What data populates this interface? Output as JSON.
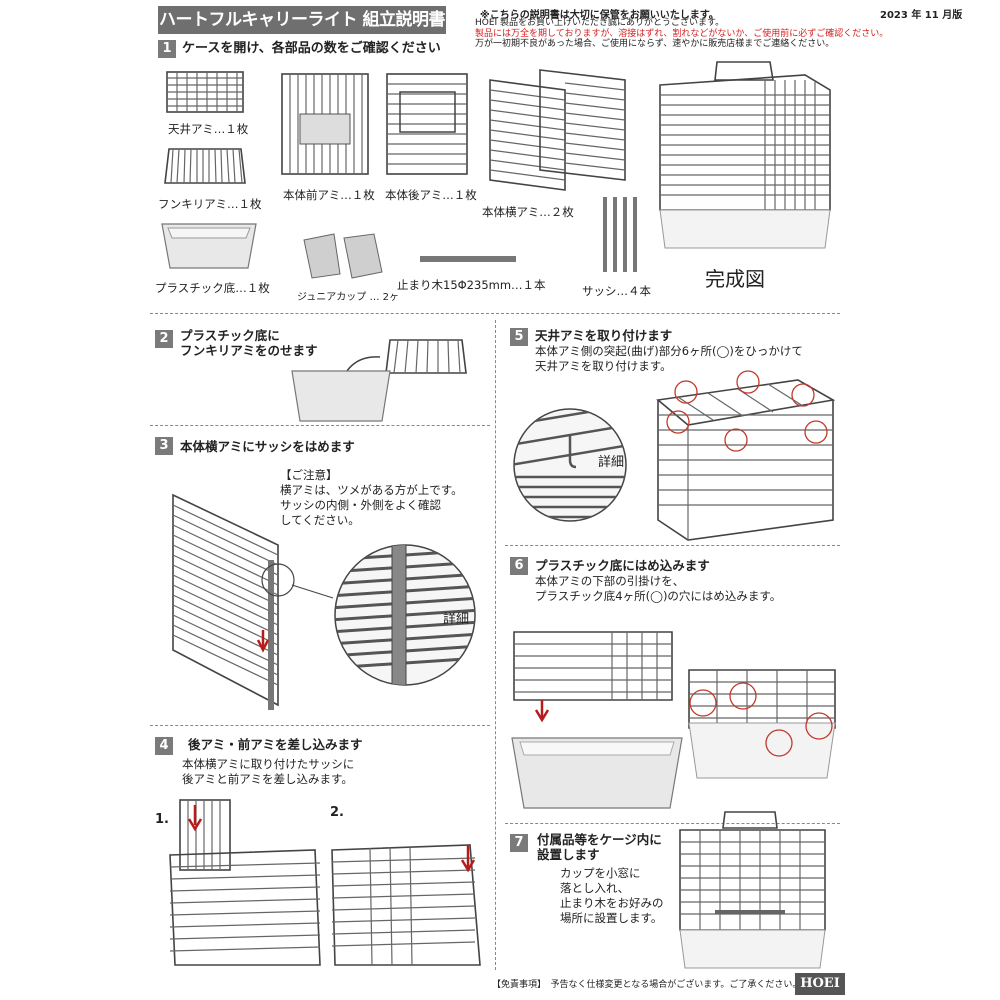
{
  "header": {
    "title": "ハートフルキャリーライト 組立説明書",
    "keep_note": "※こちらの説明書は大切に保管をお願いいたします。",
    "edition": "2023 年 11 月版",
    "thanks": "HOEI 製品をお買い上げいただき誠にありがとうございます。",
    "warning_red": "製品には万全を期しておりますが、溶接はずれ、割れなどがないか、ご使用前に必ずご確認ください。",
    "contact": "万が一初期不良があった場合、ご使用にならず、速やかに販売店様までご連絡ください。"
  },
  "step1": {
    "num": "1",
    "title": "ケースを開け、各部品の数をご確認ください",
    "parts": {
      "top_mesh": "天井アミ…１枚",
      "grate": "フンキリアミ…１枚",
      "plastic_base": "プラスチック底…１枚",
      "front_mesh": "本体前アミ…１枚",
      "back_mesh": "本体後アミ…１枚",
      "junior_cup": "ジュニアカップ … 2ヶ",
      "perch": "止まり木15Φ235mm…１本",
      "side_mesh": "本体横アミ…２枚",
      "sash": "サッシ…４本"
    },
    "complete": "完成図"
  },
  "step2": {
    "num": "2",
    "title_line1": "プラスチック底に",
    "title_line2": "フンキリアミをのせます"
  },
  "step3": {
    "num": "3",
    "title": "本体横アミにサッシをはめます",
    "caution_title": "【ご注意】",
    "caution_line1": "横アミは、ツメがある方が上です。",
    "caution_line2": "サッシの内側・外側をよく確認",
    "caution_line3": "してください。",
    "detail": "詳細"
  },
  "step4": {
    "num": "4",
    "title": "後アミ・前アミを差し込みます",
    "body_line1": "本体横アミに取り付けたサッシに",
    "body_line2": "後アミと前アミを差し込みます。",
    "sub1": "1.",
    "sub2": "2."
  },
  "step5": {
    "num": "5",
    "title": "天井アミを取り付けます",
    "body_line1": "本体アミ側の突起(曲げ)部分6ヶ所(◯)をひっかけて",
    "body_line2": "天井アミを取り付けます。",
    "detail": "詳細"
  },
  "step6": {
    "num": "6",
    "title": "プラスチック底にはめ込みます",
    "body_line1": "本体アミの下部の引掛けを、",
    "body_line2": "プラスチック底4ヶ所(◯)の穴にはめ込みます。"
  },
  "step7": {
    "num": "7",
    "title_line1": "付属品等をケージ内に",
    "title_line2": "設置します",
    "body_line1": "カップを小窓に",
    "body_line2": "落とし入れ、",
    "body_line3": "止まり木をお好みの",
    "body_line4": "場所に設置します。"
  },
  "footer": {
    "disclaimer": "【免責事項】　予告なく仕様変更となる場合がございます。ご了承ください。",
    "logo": "HOEI"
  },
  "colors": {
    "accent_red": "#c0392b",
    "step_gray": "#7a7a7a",
    "title_gray": "#6f6f6f"
  }
}
